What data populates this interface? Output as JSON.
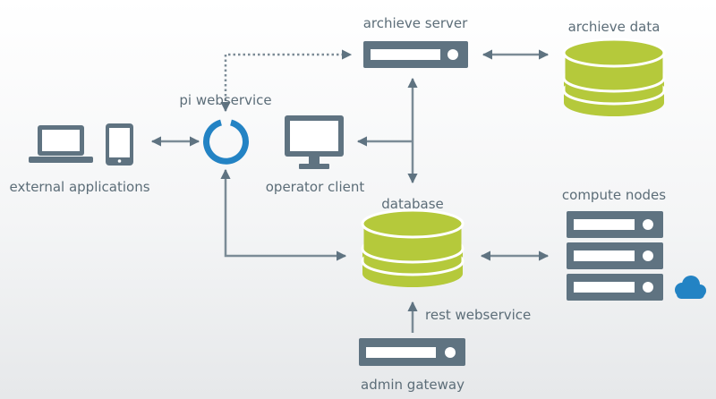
{
  "labels": {
    "archive_server": "archieve server",
    "archive_data": "archieve data",
    "pi_webservice": "pi webservice",
    "external_applications": "external applications",
    "operator_client": "operator client",
    "database": "database",
    "compute_nodes": "compute nodes",
    "rest_webservice": "rest webservice",
    "admin_gateway": "admin gateway"
  },
  "colors": {
    "slate": "#5f7381",
    "green": "#b5c93b",
    "blue": "#2383c4",
    "label": "#5c6d78"
  },
  "icons": [
    "server-icon",
    "database-icon",
    "laptop-icon",
    "tablet-icon",
    "monitor-icon",
    "ring-icon",
    "cloud-icon"
  ]
}
